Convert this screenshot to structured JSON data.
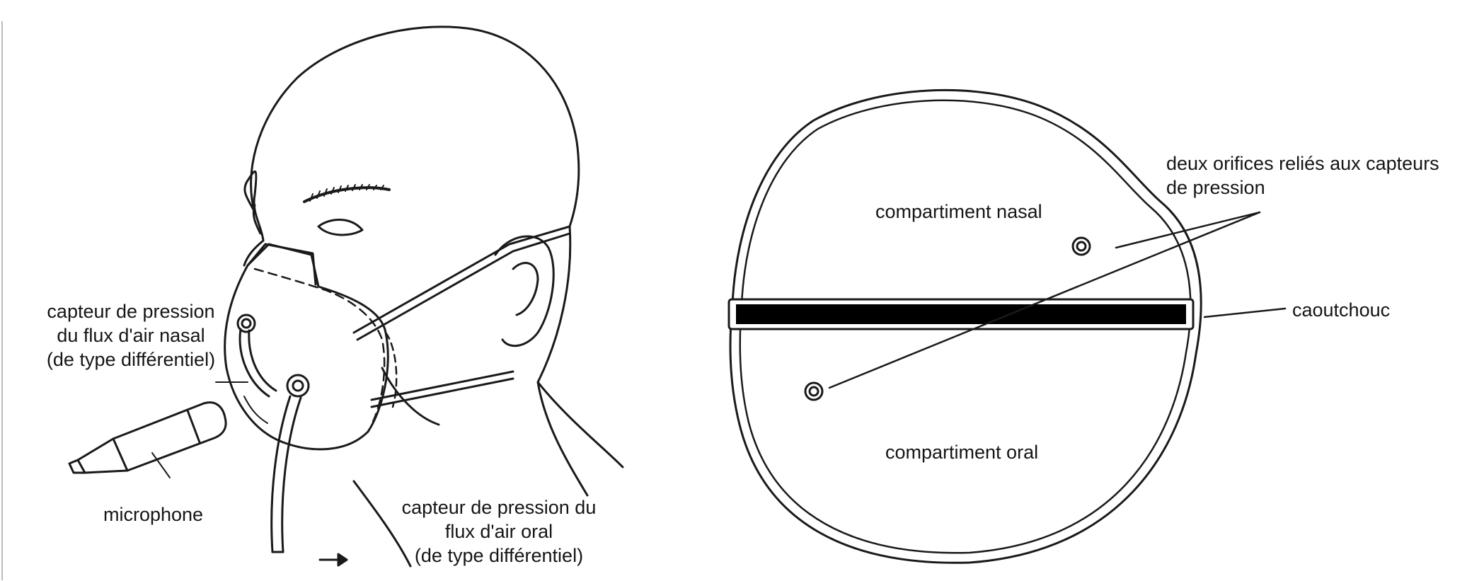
{
  "left_panel": {
    "labels": {
      "nasal_sensor": [
        "capteur de  pression",
        "du flux d'air nasal",
        "(de type différentiel)"
      ],
      "microphone": "microphone",
      "oral_sensor": [
        "capteur de pression du",
        "flux d'air oral",
        "(de type différentiel)"
      ]
    }
  },
  "right_panel": {
    "labels": {
      "nasal_compartment": "compartiment nasal",
      "oral_compartment": "compartiment oral",
      "orifices": [
        "deux orifices reliés aux capteurs",
        "de pression"
      ],
      "rubber": "caoutchouc"
    }
  }
}
